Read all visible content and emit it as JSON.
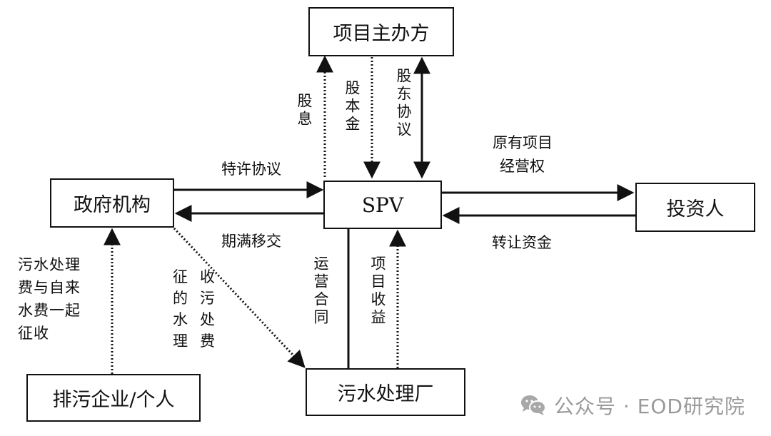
{
  "diagram": {
    "nodes": {
      "sponsor": "项目主办方",
      "government": "政府机构",
      "spv": "SPV",
      "investor": "投资人",
      "emitters": "排污企业/个人",
      "plant": "污水处理厂"
    },
    "edges": {
      "dividend": "股息",
      "equity_capital": "股本金",
      "shareholder_agreement": "股东协议",
      "concession_agreement": "特许协议",
      "expiry_transfer": "期满移交",
      "operating_rights_line1": "原有项目",
      "operating_rights_line2": "经营权",
      "transfer_funds": "转让资金",
      "fee_collection": "污水处理\n费与自来\n水费一起\n征收",
      "collected_fee_chars": [
        "征",
        "收",
        "的",
        "污",
        "水",
        "处",
        "理",
        "费"
      ],
      "operation_contract": "运营合同",
      "project_revenue": "项目收益"
    }
  },
  "watermark": {
    "icon": "wechat-icon",
    "text": "公众号 · EOD研究院",
    "color": "#9a9a9a"
  },
  "colors": {
    "line": "#111111",
    "background": "#ffffff"
  }
}
